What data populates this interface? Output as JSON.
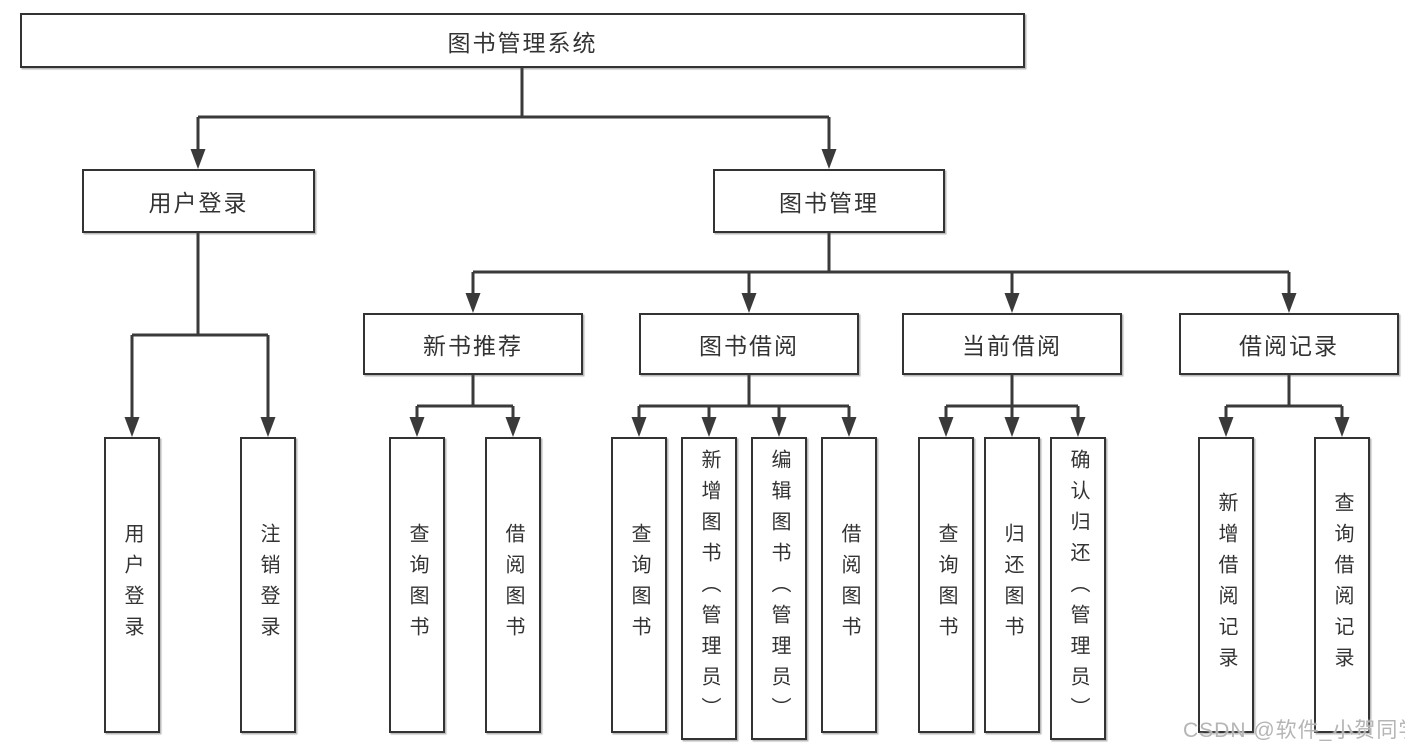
{
  "diagram": {
    "root": {
      "label": "图书管理系统"
    },
    "level2": [
      {
        "label": "用户登录"
      },
      {
        "label": "图书管理"
      }
    ],
    "level3": [
      {
        "label": "新书推荐"
      },
      {
        "label": "图书借阅"
      },
      {
        "label": "当前借阅"
      },
      {
        "label": "借阅记录"
      }
    ],
    "leaves": {
      "user_login": [
        "用户登录",
        "注销登录"
      ],
      "new_book_recommend": [
        "查询图书",
        "借阅图书"
      ],
      "book_borrow": [
        "查询图书",
        "新增图书（管理员）",
        "编辑图书（管理员）",
        "借阅图书"
      ],
      "current_borrow": [
        "查询图书",
        "归还图书",
        "确认归还（管理员）"
      ],
      "borrow_records": [
        "新增借阅记录",
        "查询借阅记录"
      ]
    }
  },
  "watermark": {
    "text": "CSDN @软件_小贺同学"
  },
  "colors": {
    "line": "#3a3a3a",
    "box_border": "#333333",
    "text": "#333333",
    "watermark": "#b5b5b5",
    "background": "#ffffff"
  }
}
